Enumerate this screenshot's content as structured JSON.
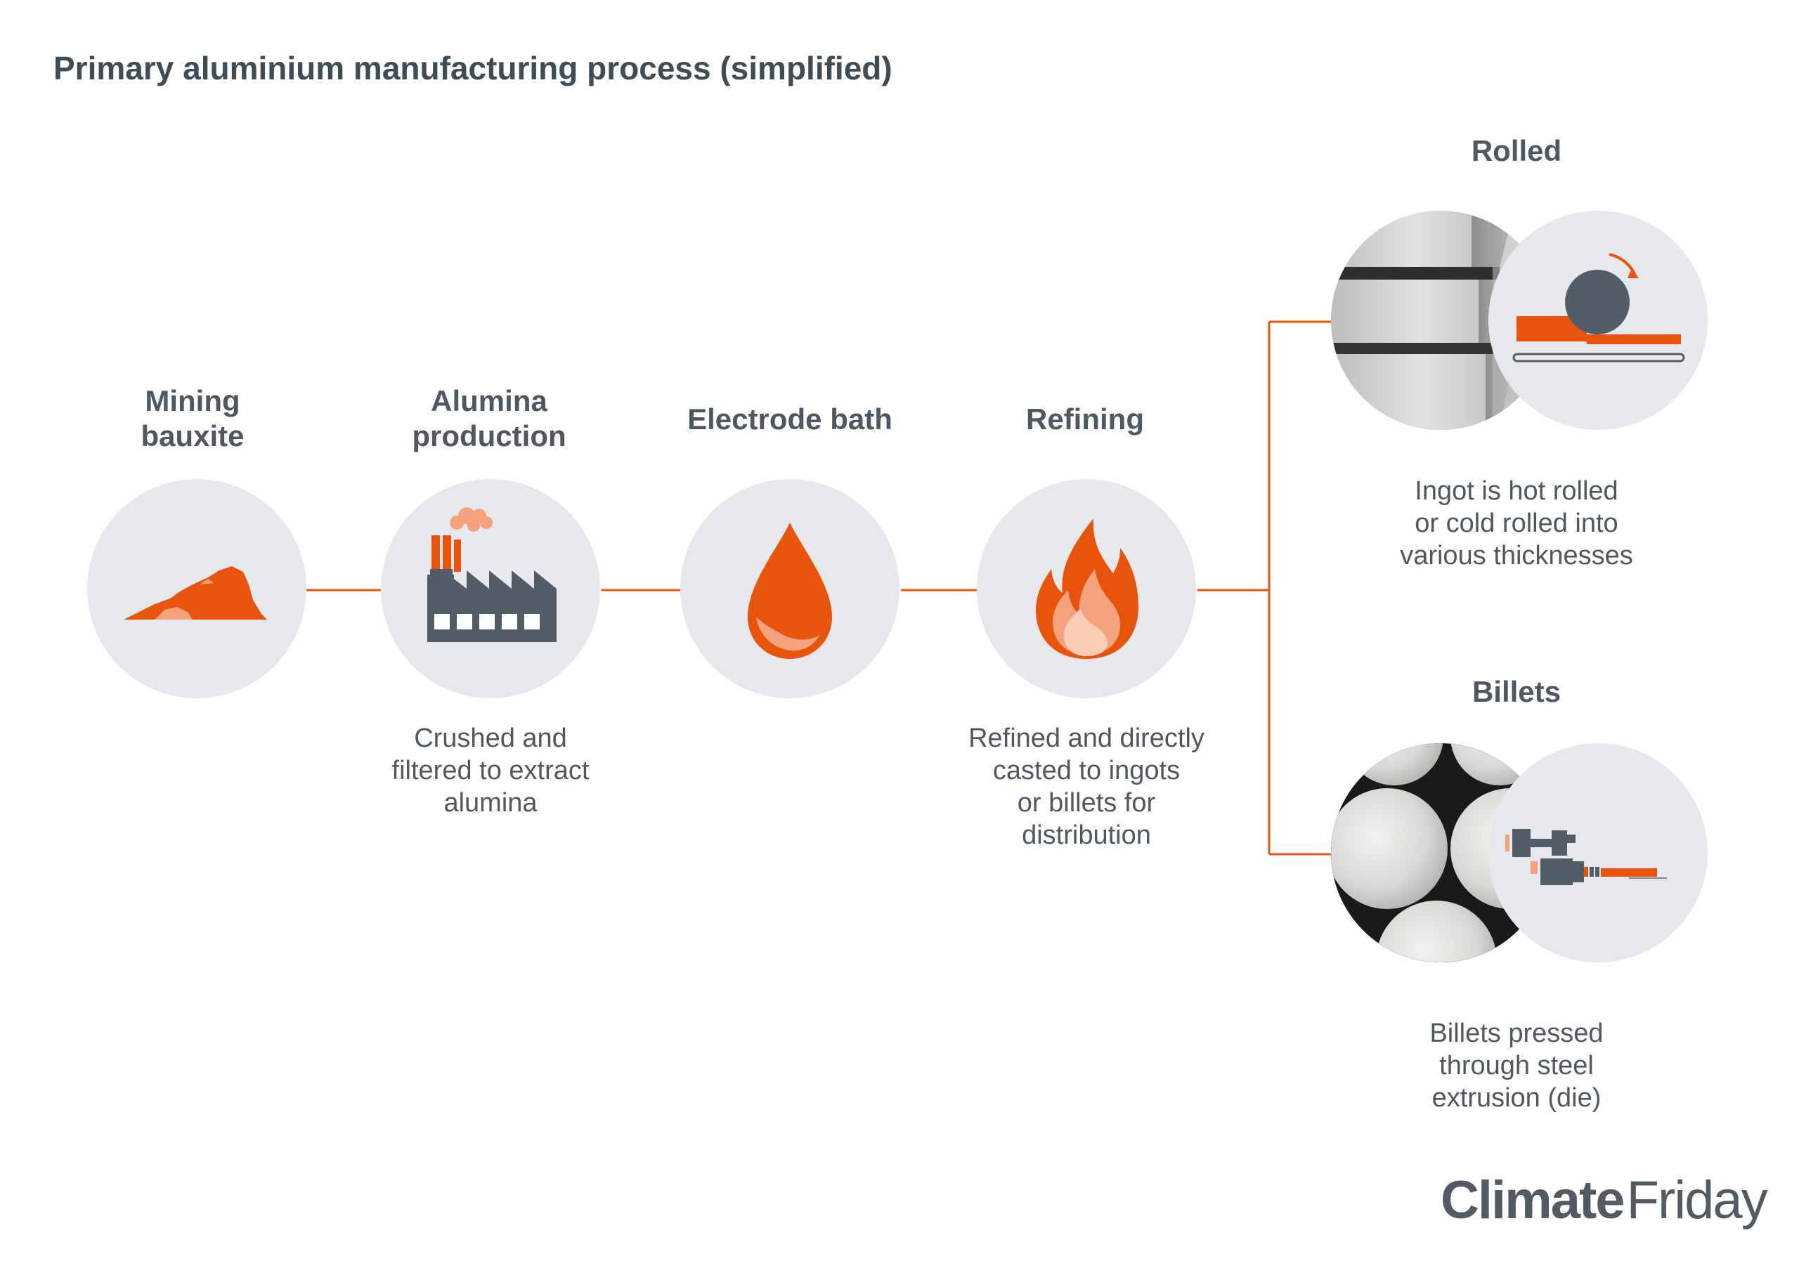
{
  "title": "Primary aluminium manufacturing process (simplified)",
  "colors": {
    "accent": "#e9540d",
    "accent_light": "#f4a27e",
    "accent_pale": "#f9cdb6",
    "circle_bg": "#e7e8eb",
    "icon_dark": "#535d67",
    "text": "#4d5863"
  },
  "steps": [
    {
      "heading_l1": "Mining",
      "heading_l2": "bauxite",
      "desc": [],
      "icon": "bauxite-pile-icon"
    },
    {
      "heading_l1": "Alumina",
      "heading_l2": "production",
      "desc": [
        "Crushed and",
        "filtered to extract",
        "alumina"
      ],
      "icon": "factory-icon"
    },
    {
      "heading_l1": "Electrode bath",
      "heading_l2": "",
      "desc": [],
      "icon": "droplet-icon"
    },
    {
      "heading_l1": "Refining",
      "heading_l2": "",
      "desc": [
        "Refined and directly",
        "casted to ingots",
        "or billets for",
        "distribution"
      ],
      "icon": "flame-icon"
    }
  ],
  "outputs": [
    {
      "heading": "Rolled",
      "desc": [
        "Ingot is hot rolled",
        "or cold rolled into",
        "various thicknesses"
      ],
      "photo": "stacked-ingots-photo",
      "icon": "rolling-mill-icon"
    },
    {
      "heading": "Billets",
      "desc": [
        "Billets pressed",
        "through steel",
        "extrusion (die)"
      ],
      "photo": "round-billets-photo",
      "icon": "extrusion-press-icon"
    }
  ],
  "brand": {
    "part1": "Climate",
    "part2": "Friday"
  }
}
